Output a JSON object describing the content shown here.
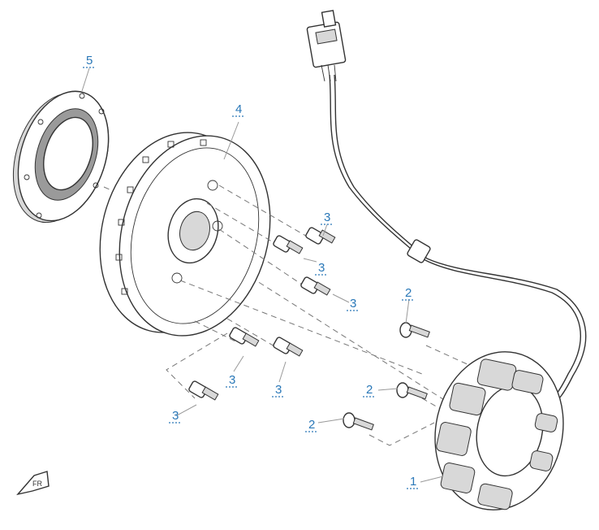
{
  "callouts": {
    "stator": "1",
    "stator_bolt_a": "2",
    "stator_bolt_b": "2",
    "stator_bolt_c": "2",
    "bolt_a": "3",
    "bolt_b": "3",
    "bolt_c": "3",
    "bolt_d": "3",
    "bolt_e": "3",
    "bolt_f": "3",
    "flywheel": "4",
    "starter_clutch": "5"
  },
  "colors": {
    "callout": "#2a78b8",
    "line": "#333333"
  },
  "icons": {
    "front_arrow": "FR"
  }
}
